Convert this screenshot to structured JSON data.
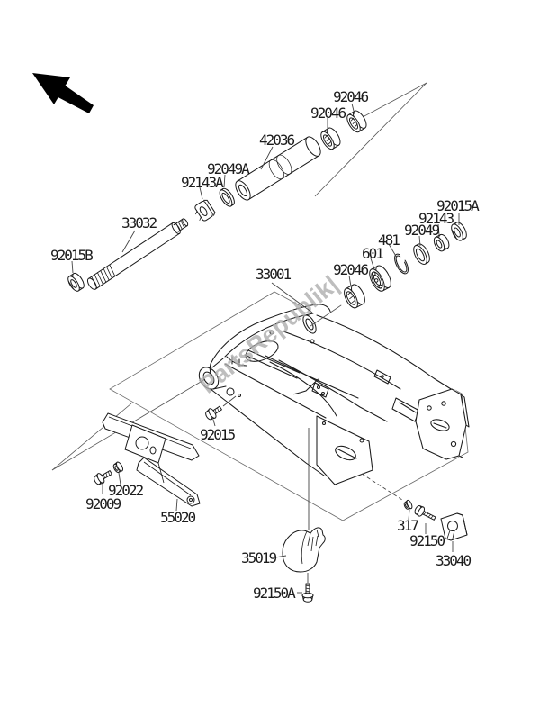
{
  "diagram": {
    "type": "exploded-parts-diagram",
    "subject": "motorcycle swingarm assembly",
    "watermark": {
      "text": "PartsRepublik|"
    },
    "colors": {
      "background": "#ffffff",
      "line": "#1a1a1a",
      "leader_line": "#555555",
      "watermark": "#aeaeae"
    },
    "callouts": [
      {
        "text": "92046"
      },
      {
        "text": "92046"
      },
      {
        "text": "42036"
      },
      {
        "text": "92049A"
      },
      {
        "text": "92143A"
      },
      {
        "text": "33032"
      },
      {
        "text": "92015B"
      },
      {
        "text": "92015A"
      },
      {
        "text": "92143"
      },
      {
        "text": "92049"
      },
      {
        "text": "481"
      },
      {
        "text": "601"
      },
      {
        "text": "92046"
      },
      {
        "text": "33001"
      },
      {
        "text": "92015"
      },
      {
        "text": "92022"
      },
      {
        "text": "92009"
      },
      {
        "text": "55020"
      },
      {
        "text": "35019"
      },
      {
        "text": "92150A"
      },
      {
        "text": "317"
      },
      {
        "text": "92150"
      },
      {
        "text": "33040"
      }
    ]
  }
}
